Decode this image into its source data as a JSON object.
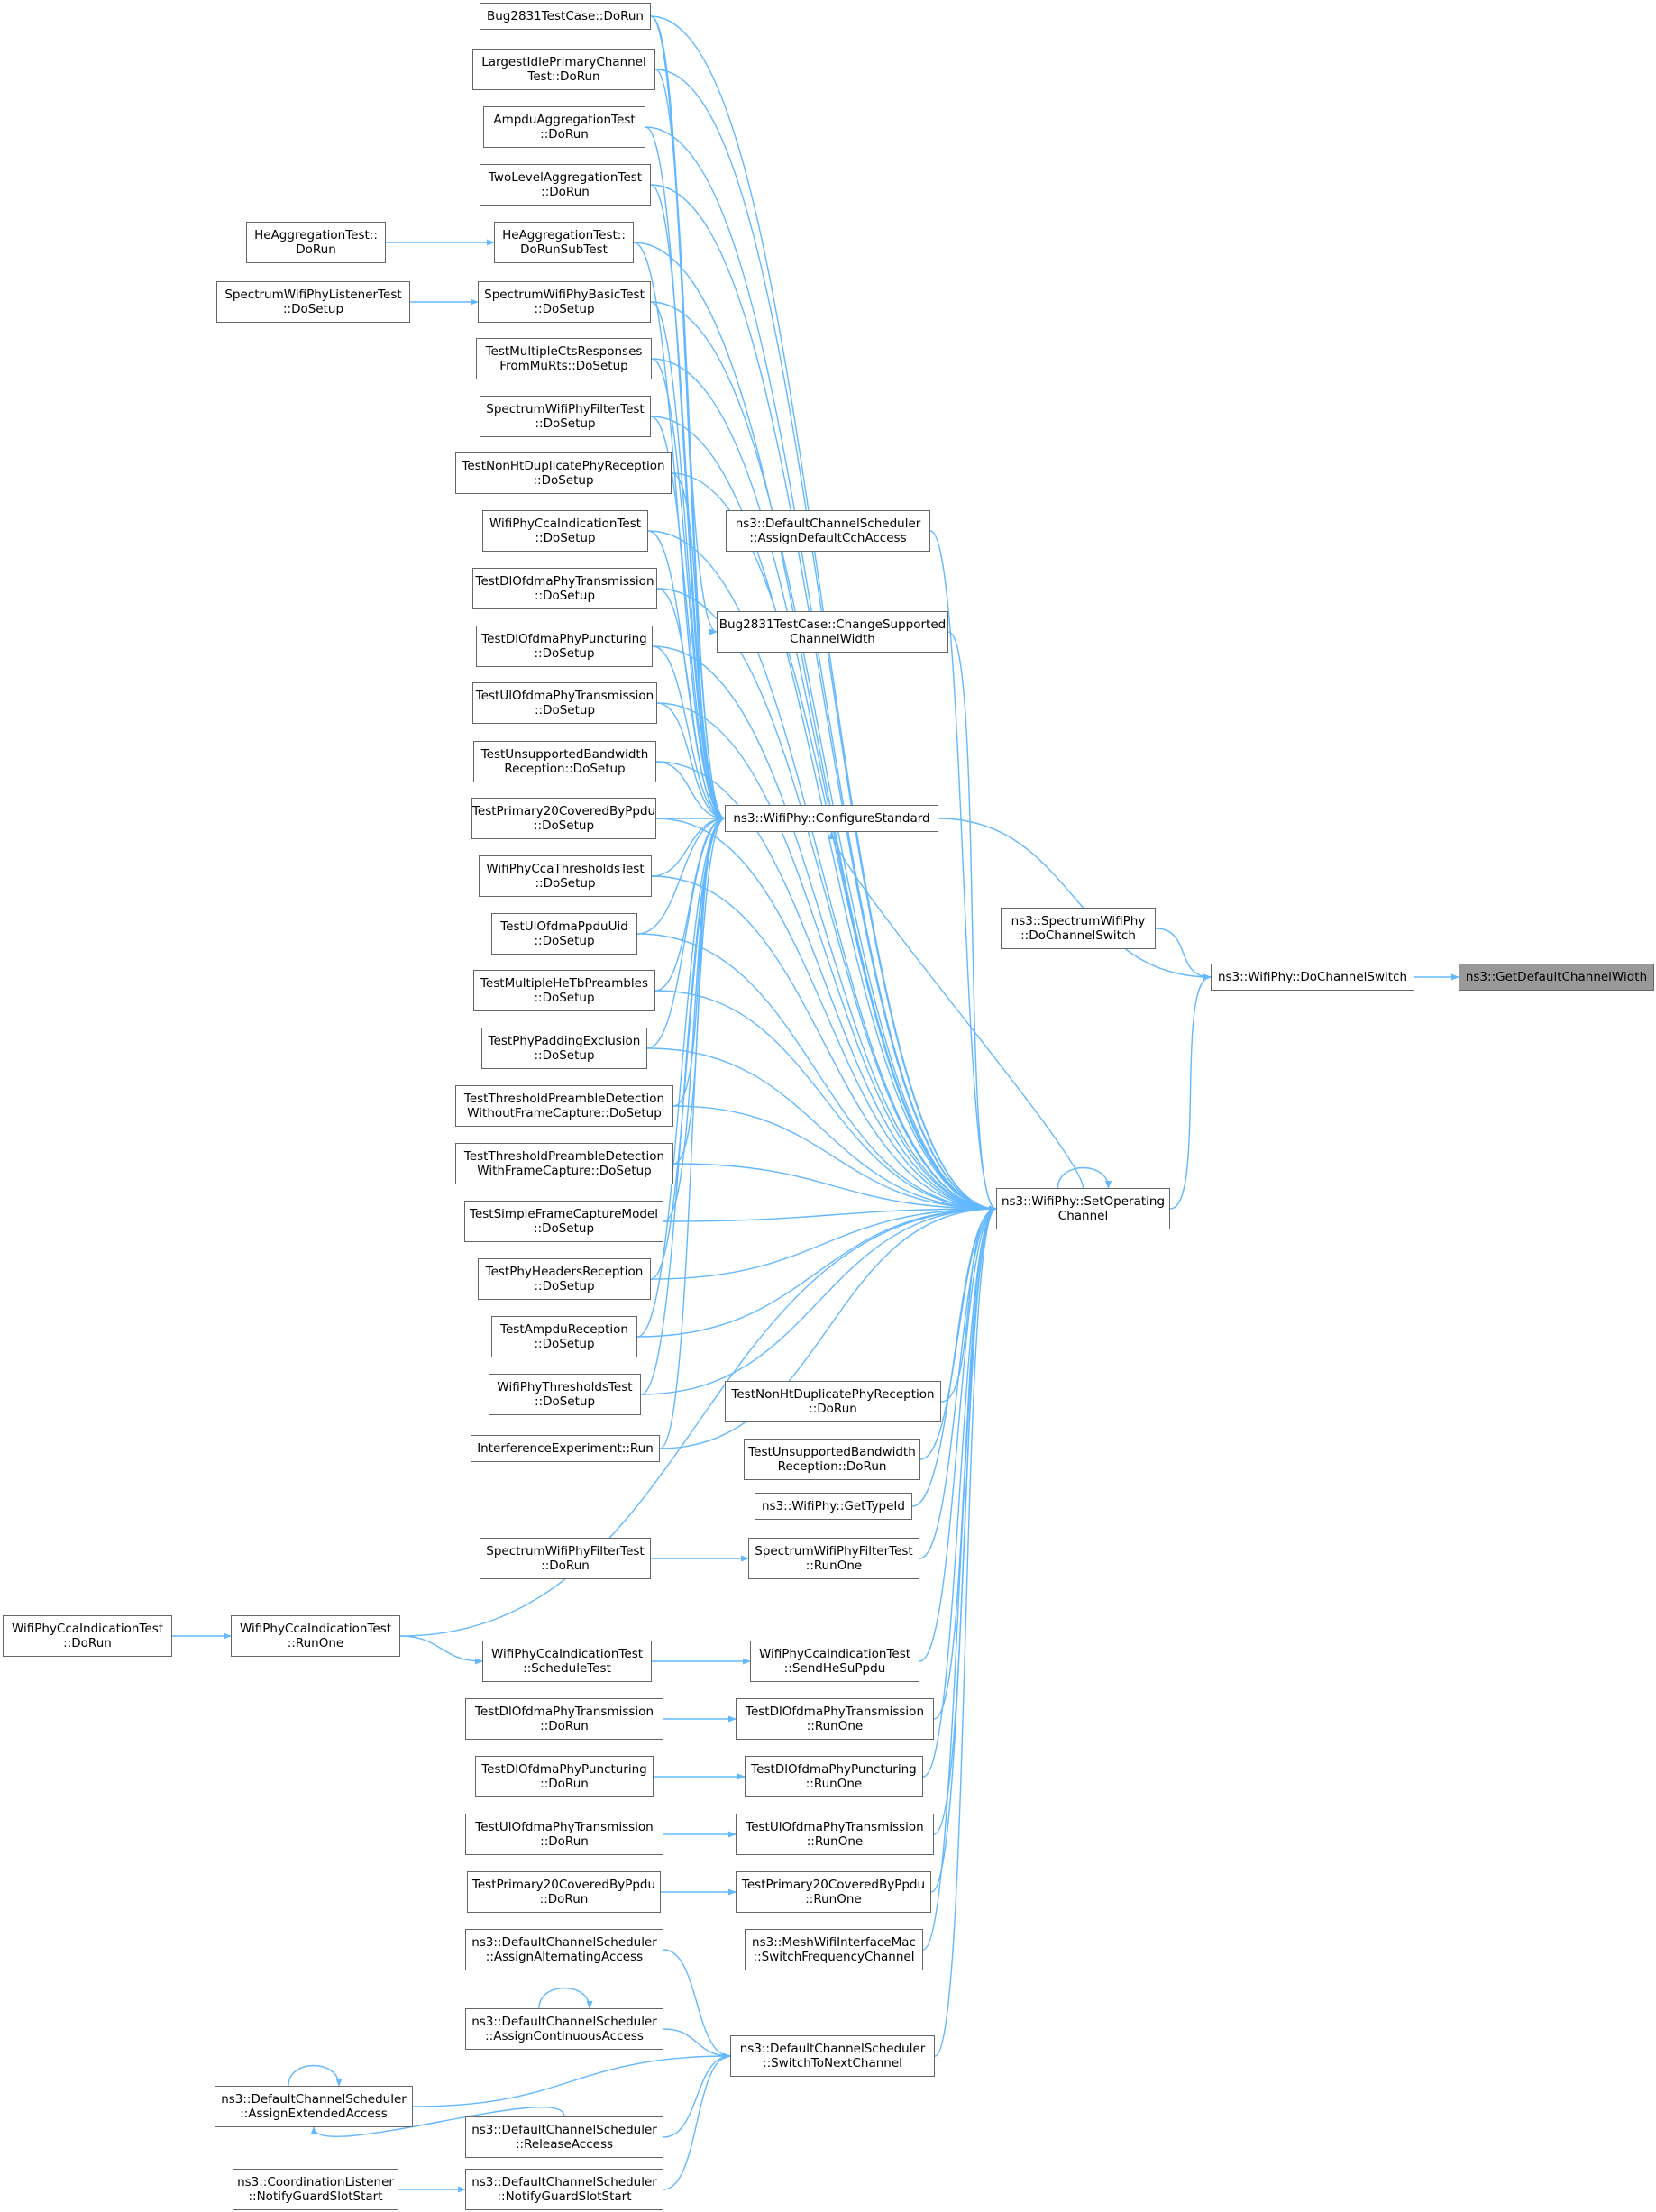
{
  "colors": {
    "edge": "#63b8ff",
    "node_border": "#666666",
    "node_fill": "#ffffff",
    "selected_fill": "#999999"
  },
  "nodes": {
    "n_bug_dorun": [
      "Bug2831TestCase::DoRun"
    ],
    "n_lipc_dorun": [
      "LargestIdlePrimaryChannel",
      "Test::DoRun"
    ],
    "n_ampdu_agg": [
      "AmpduAggregationTest",
      "::DoRun"
    ],
    "n_twolevel": [
      "TwoLevelAggregationTest",
      "::DoRun"
    ],
    "n_heagg_dorun": [
      "HeAggregationTest::",
      "DoRun"
    ],
    "n_heagg_sub": [
      "HeAggregationTest::",
      "DoRunSubTest"
    ],
    "n_swp_listener": [
      "SpectrumWifiPhyListenerTest",
      "::DoSetup"
    ],
    "n_swp_basic": [
      "SpectrumWifiPhyBasicTest",
      "::DoSetup"
    ],
    "n_multicts": [
      "TestMultipleCtsResponses",
      "FromMuRts::DoSetup"
    ],
    "n_swp_filter_setup": [
      "SpectrumWifiPhyFilterTest",
      "::DoSetup"
    ],
    "n_nonht_setup": [
      "TestNonHtDuplicatePhyReception",
      "::DoSetup"
    ],
    "n_cca_ind_setup": [
      "WifiPhyCcaIndicationTest",
      "::DoSetup"
    ],
    "n_dl_tx_setup": [
      "TestDlOfdmaPhyTransmission",
      "::DoSetup"
    ],
    "n_dl_punct_setup": [
      "TestDlOfdmaPhyPuncturing",
      "::DoSetup"
    ],
    "n_ul_tx_setup": [
      "TestUlOfdmaPhyTransmission",
      "::DoSetup"
    ],
    "n_unsup_setup": [
      "TestUnsupportedBandwidth",
      "Reception::DoSetup"
    ],
    "n_p20_setup": [
      "TestPrimary20CoveredByPpdu",
      "::DoSetup"
    ],
    "n_cca_thr": [
      "WifiPhyCcaThresholdsTest",
      "::DoSetup"
    ],
    "n_ul_uid": [
      "TestUlOfdmaPpduUid",
      "::DoSetup"
    ],
    "n_multi_hetb": [
      "TestMultipleHeTbPreambles",
      "::DoSetup"
    ],
    "n_padding": [
      "TestPhyPaddingExclusion",
      "::DoSetup"
    ],
    "n_thr_nocap": [
      "TestThresholdPreambleDetection",
      "WithoutFrameCapture::DoSetup"
    ],
    "n_thr_cap": [
      "TestThresholdPreambleDetection",
      "WithFrameCapture::DoSetup"
    ],
    "n_simple_cap": [
      "TestSimpleFrameCaptureModel",
      "::DoSetup"
    ],
    "n_headers": [
      "TestPhyHeadersReception",
      "::DoSetup"
    ],
    "n_ampdu_rx": [
      "TestAmpduReception",
      "::DoSetup"
    ],
    "n_phy_thr": [
      "WifiPhyThresholdsTest",
      "::DoSetup"
    ],
    "n_interf": [
      "InterferenceExperiment::Run"
    ],
    "n_assign_cch": [
      "ns3::DefaultChannelScheduler",
      "::AssignDefaultCchAccess"
    ],
    "n_bug_change": [
      "Bug2831TestCase::ChangeSupported",
      "ChannelWidth"
    ],
    "n_configure": [
      "ns3::WifiPhy::ConfigureStandard"
    ],
    "n_swp_dochannel": [
      "ns3::SpectrumWifiPhy",
      "::DoChannelSwitch"
    ],
    "n_do_channel": [
      "ns3::WifiPhy::DoChannelSwitch"
    ],
    "n_get_default": [
      "ns3::GetDefaultChannelWidth"
    ],
    "n_set_op": [
      "ns3::WifiPhy::SetOperating",
      "Channel"
    ],
    "n_nonht_dorun": [
      "TestNonHtDuplicatePhyReception",
      "::DoRun"
    ],
    "n_unsup_dorun": [
      "TestUnsupportedBandwidth",
      "Reception::DoRun"
    ],
    "n_get_typeid": [
      "ns3::WifiPhy::GetTypeId"
    ],
    "n_swp_filter_dorun": [
      "SpectrumWifiPhyFilterTest",
      "::DoRun"
    ],
    "n_swp_filter_runone": [
      "SpectrumWifiPhyFilterTest",
      "::RunOne"
    ],
    "n_cca_dorun": [
      "WifiPhyCcaIndicationTest",
      "::DoRun"
    ],
    "n_cca_runone": [
      "WifiPhyCcaIndicationTest",
      "::RunOne"
    ],
    "n_cca_sched": [
      "WifiPhyCcaIndicationTest",
      "::ScheduleTest"
    ],
    "n_cca_sendhe": [
      "WifiPhyCcaIndicationTest",
      "::SendHeSuPpdu"
    ],
    "n_dl_tx_dorun": [
      "TestDlOfdmaPhyTransmission",
      "::DoRun"
    ],
    "n_dl_tx_runone": [
      "TestDlOfdmaPhyTransmission",
      "::RunOne"
    ],
    "n_dl_punct_dorun": [
      "TestDlOfdmaPhyPuncturing",
      "::DoRun"
    ],
    "n_dl_punct_runone": [
      "TestDlOfdmaPhyPuncturing",
      "::RunOne"
    ],
    "n_ul_tx_dorun": [
      "TestUlOfdmaPhyTransmission",
      "::DoRun"
    ],
    "n_ul_tx_runone": [
      "TestUlOfdmaPhyTransmission",
      "::RunOne"
    ],
    "n_p20_dorun": [
      "TestPrimary20CoveredByPpdu",
      "::DoRun"
    ],
    "n_p20_runone": [
      "TestPrimary20CoveredByPpdu",
      "::RunOne"
    ],
    "n_assign_alt": [
      "ns3::DefaultChannelScheduler",
      "::AssignAlternatingAccess"
    ],
    "n_mesh_switch": [
      "ns3::MeshWifiInterfaceMac",
      "::SwitchFrequencyChannel"
    ],
    "n_assign_cont": [
      "ns3::DefaultChannelScheduler",
      "::AssignContinuousAccess"
    ],
    "n_switch_next": [
      "ns3::DefaultChannelScheduler",
      "::SwitchToNextChannel"
    ],
    "n_assign_ext": [
      "ns3::DefaultChannelScheduler",
      "::AssignExtendedAccess"
    ],
    "n_release": [
      "ns3::DefaultChannelScheduler",
      "::ReleaseAccess"
    ],
    "n_coord_notify": [
      "ns3::CoordinationListener",
      "::NotifyGuardSlotStart"
    ],
    "n_notify_guard": [
      "ns3::DefaultChannelScheduler",
      "::NotifyGuardSlotStart"
    ]
  },
  "edges": [
    [
      "n_do_channel",
      "n_get_default"
    ],
    [
      "n_swp_dochannel",
      "n_do_channel"
    ],
    [
      "n_configure",
      "n_do_channel"
    ],
    [
      "n_set_op",
      "n_do_channel"
    ],
    [
      "n_heagg_dorun",
      "n_heagg_sub"
    ],
    [
      "n_swp_listener",
      "n_swp_basic"
    ],
    [
      "n_bug_dorun",
      "n_bug_change"
    ],
    [
      "n_bug_dorun",
      "n_configure"
    ],
    [
      "n_lipc_dorun",
      "n_configure"
    ],
    [
      "n_ampdu_agg",
      "n_configure"
    ],
    [
      "n_twolevel",
      "n_configure"
    ],
    [
      "n_heagg_sub",
      "n_configure"
    ],
    [
      "n_swp_basic",
      "n_configure"
    ],
    [
      "n_multicts",
      "n_configure"
    ],
    [
      "n_swp_filter_setup",
      "n_configure"
    ],
    [
      "n_nonht_setup",
      "n_configure"
    ],
    [
      "n_cca_ind_setup",
      "n_configure"
    ],
    [
      "n_dl_tx_setup",
      "n_configure"
    ],
    [
      "n_dl_punct_setup",
      "n_configure"
    ],
    [
      "n_ul_tx_setup",
      "n_configure"
    ],
    [
      "n_unsup_setup",
      "n_configure"
    ],
    [
      "n_p20_setup",
      "n_configure"
    ],
    [
      "n_cca_thr",
      "n_configure"
    ],
    [
      "n_ul_uid",
      "n_configure"
    ],
    [
      "n_multi_hetb",
      "n_configure"
    ],
    [
      "n_padding",
      "n_configure"
    ],
    [
      "n_thr_nocap",
      "n_configure"
    ],
    [
      "n_thr_cap",
      "n_configure"
    ],
    [
      "n_simple_cap",
      "n_configure"
    ],
    [
      "n_headers",
      "n_configure"
    ],
    [
      "n_ampdu_rx",
      "n_configure"
    ],
    [
      "n_phy_thr",
      "n_configure"
    ],
    [
      "n_interf",
      "n_configure"
    ],
    [
      "n_set_op",
      "n_configure"
    ],
    [
      "n_bug_dorun",
      "n_set_op"
    ],
    [
      "n_lipc_dorun",
      "n_set_op"
    ],
    [
      "n_ampdu_agg",
      "n_set_op"
    ],
    [
      "n_twolevel",
      "n_set_op"
    ],
    [
      "n_heagg_sub",
      "n_set_op"
    ],
    [
      "n_swp_basic",
      "n_set_op"
    ],
    [
      "n_multicts",
      "n_set_op"
    ],
    [
      "n_swp_filter_setup",
      "n_set_op"
    ],
    [
      "n_nonht_setup",
      "n_set_op"
    ],
    [
      "n_cca_ind_setup",
      "n_set_op"
    ],
    [
      "n_dl_tx_setup",
      "n_set_op"
    ],
    [
      "n_dl_punct_setup",
      "n_set_op"
    ],
    [
      "n_ul_tx_setup",
      "n_set_op"
    ],
    [
      "n_unsup_setup",
      "n_set_op"
    ],
    [
      "n_p20_setup",
      "n_set_op"
    ],
    [
      "n_cca_thr",
      "n_set_op"
    ],
    [
      "n_ul_uid",
      "n_set_op"
    ],
    [
      "n_multi_hetb",
      "n_set_op"
    ],
    [
      "n_padding",
      "n_set_op"
    ],
    [
      "n_thr_nocap",
      "n_set_op"
    ],
    [
      "n_thr_cap",
      "n_set_op"
    ],
    [
      "n_simple_cap",
      "n_set_op"
    ],
    [
      "n_headers",
      "n_set_op"
    ],
    [
      "n_ampdu_rx",
      "n_set_op"
    ],
    [
      "n_phy_thr",
      "n_set_op"
    ],
    [
      "n_interf",
      "n_set_op"
    ],
    [
      "n_assign_cch",
      "n_set_op"
    ],
    [
      "n_bug_change",
      "n_set_op"
    ],
    [
      "n_nonht_dorun",
      "n_set_op"
    ],
    [
      "n_unsup_dorun",
      "n_set_op"
    ],
    [
      "n_get_typeid",
      "n_set_op"
    ],
    [
      "n_swp_filter_runone",
      "n_set_op"
    ],
    [
      "n_cca_runone",
      "n_set_op"
    ],
    [
      "n_cca_sendhe",
      "n_set_op"
    ],
    [
      "n_dl_tx_runone",
      "n_set_op"
    ],
    [
      "n_dl_punct_runone",
      "n_set_op"
    ],
    [
      "n_ul_tx_runone",
      "n_set_op"
    ],
    [
      "n_p20_runone",
      "n_set_op"
    ],
    [
      "n_mesh_switch",
      "n_set_op"
    ],
    [
      "n_switch_next",
      "n_set_op"
    ],
    [
      "n_set_op",
      "n_set_op"
    ],
    [
      "n_swp_filter_dorun",
      "n_swp_filter_runone"
    ],
    [
      "n_cca_dorun",
      "n_cca_runone"
    ],
    [
      "n_cca_runone",
      "n_cca_sched"
    ],
    [
      "n_cca_sched",
      "n_cca_sendhe"
    ],
    [
      "n_dl_tx_dorun",
      "n_dl_tx_runone"
    ],
    [
      "n_dl_punct_dorun",
      "n_dl_punct_runone"
    ],
    [
      "n_ul_tx_dorun",
      "n_ul_tx_runone"
    ],
    [
      "n_p20_dorun",
      "n_p20_runone"
    ],
    [
      "n_assign_alt",
      "n_switch_next"
    ],
    [
      "n_assign_cont",
      "n_switch_next"
    ],
    [
      "n_assign_cont",
      "n_assign_cont"
    ],
    [
      "n_assign_ext",
      "n_switch_next"
    ],
    [
      "n_assign_ext",
      "n_assign_ext"
    ],
    [
      "n_release",
      "n_switch_next"
    ],
    [
      "n_release",
      "n_assign_ext"
    ],
    [
      "n_notify_guard",
      "n_switch_next"
    ],
    [
      "n_coord_notify",
      "n_notify_guard"
    ]
  ]
}
